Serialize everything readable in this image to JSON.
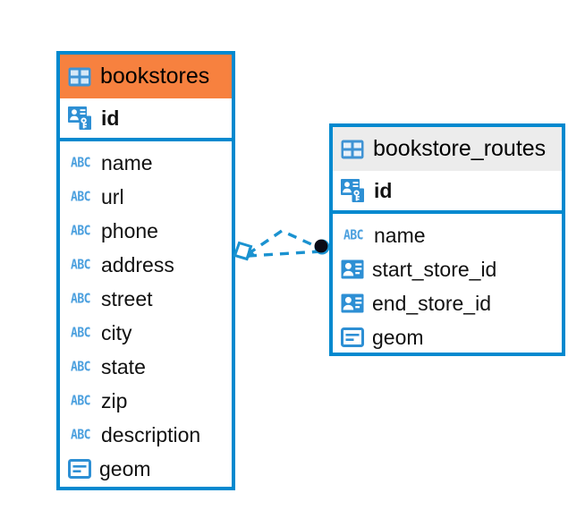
{
  "diagram": {
    "type": "entity-relationship-diagram",
    "background": "#ffffff",
    "accent_color": "#0089cf",
    "entities": [
      {
        "name": "bookstores",
        "header_color": "#f7813f",
        "primary_key": {
          "label": "id",
          "icon": "primary-key-icon"
        },
        "fields": [
          {
            "label": "name",
            "icon": "abc-icon",
            "icon_text": "ABC"
          },
          {
            "label": "url",
            "icon": "abc-icon",
            "icon_text": "ABC"
          },
          {
            "label": "phone",
            "icon": "abc-icon",
            "icon_text": "ABC"
          },
          {
            "label": "address",
            "icon": "abc-icon",
            "icon_text": "ABC"
          },
          {
            "label": "street",
            "icon": "abc-icon",
            "icon_text": "ABC"
          },
          {
            "label": "city",
            "icon": "abc-icon",
            "icon_text": "ABC"
          },
          {
            "label": "state",
            "icon": "abc-icon",
            "icon_text": "ABC"
          },
          {
            "label": "zip",
            "icon": "abc-icon",
            "icon_text": "ABC"
          },
          {
            "label": "description",
            "icon": "abc-icon",
            "icon_text": "ABC"
          },
          {
            "label": "geom",
            "icon": "geometry-icon",
            "icon_text": ""
          }
        ]
      },
      {
        "name": "bookstore_routes",
        "header_color": "#ececec",
        "primary_key": {
          "label": "id",
          "icon": "primary-key-icon"
        },
        "fields": [
          {
            "label": "name",
            "icon": "abc-icon",
            "icon_text": "ABC"
          },
          {
            "label": "start_store_id",
            "icon": "foreign-key-icon",
            "icon_text": ""
          },
          {
            "label": "end_store_id",
            "icon": "foreign-key-icon",
            "icon_text": ""
          },
          {
            "label": "geom",
            "icon": "geometry-icon",
            "icon_text": ""
          }
        ]
      }
    ],
    "relationship": {
      "line_style": "dashed",
      "line_color": "#1a92d0",
      "source_marker": "diamond-marker",
      "target_marker": "filled-circle-marker"
    }
  }
}
